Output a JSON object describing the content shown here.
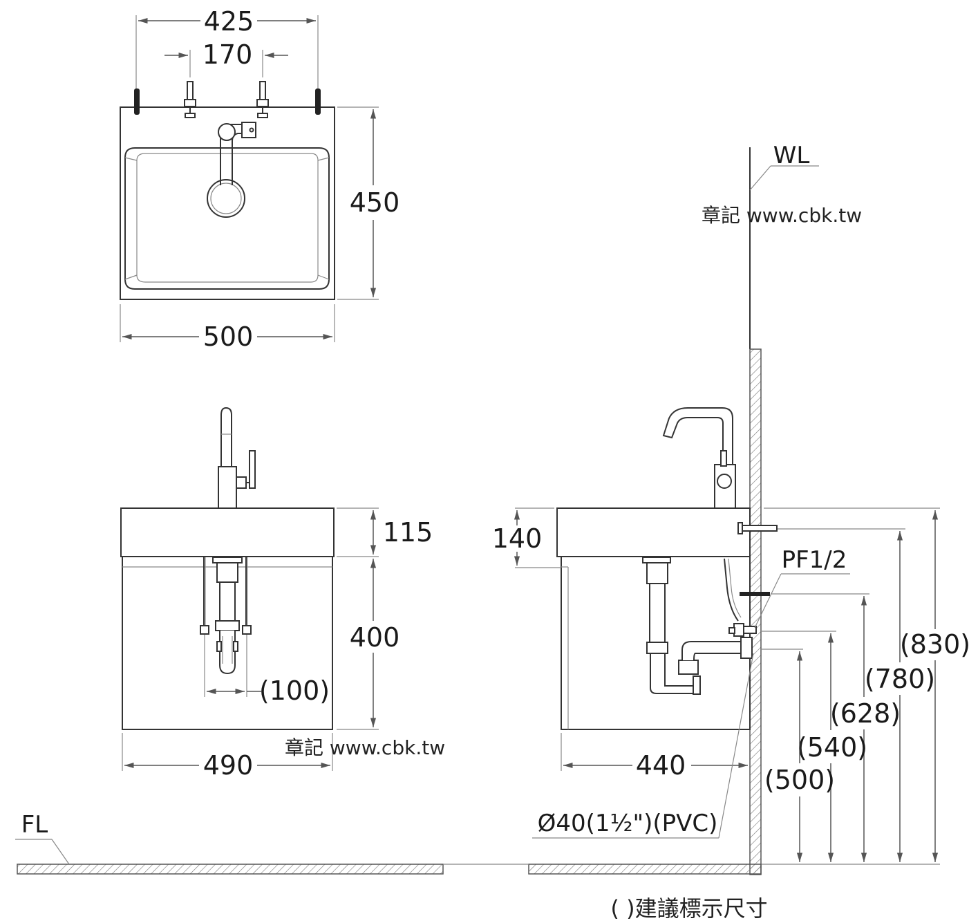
{
  "top_view": {
    "dim_overall_bolts": "425",
    "dim_tap_holes": "170",
    "dim_depth": "450",
    "dim_width": "500"
  },
  "front_view": {
    "dim_top_thickness": "115",
    "dim_cabinet_height": "400",
    "dim_trap_spacing": "(100)",
    "dim_cabinet_width": "490"
  },
  "side_view": {
    "label_wall_line": "WL",
    "dim_top_thickness": "140",
    "label_supply": "PF1/2",
    "dim_830": "(830)",
    "dim_780": "(780)",
    "dim_628": "(628)",
    "dim_540": "(540)",
    "dim_500": "(500)",
    "dim_depth": "440",
    "label_drain": "Ø40(1½\")(PVC)"
  },
  "floor": {
    "label": "FL"
  },
  "watermark": "章記 www.cbk.tw",
  "footnote": "( )建議標示尺寸"
}
